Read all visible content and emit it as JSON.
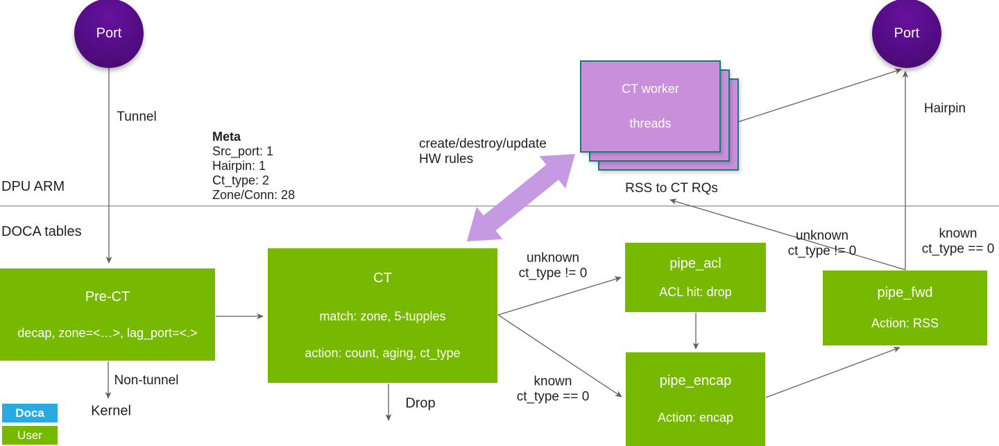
{
  "regions": {
    "dpu_arm": "DPU ARM",
    "doca_tables": "DOCA tables"
  },
  "ports": {
    "left": "Port",
    "right": "Port"
  },
  "meta": {
    "title": "Meta",
    "lines": [
      "Src_port: 1",
      "Hairpin: 1",
      "Ct_type: 2",
      "Zone/Conn: 28"
    ]
  },
  "nodes": {
    "pre_ct": {
      "title": "Pre-CT",
      "body": "decap, zone=<…>, lag_port=<.>"
    },
    "ct": {
      "title": "CT",
      "match": "match: zone, 5-tupples",
      "action": "action: count, aging, ct_type"
    },
    "pipe_acl": {
      "title": "pipe_acl",
      "body": "ACL hit: drop"
    },
    "pipe_encap": {
      "title": "pipe_encap",
      "body": "Action: encap"
    },
    "pipe_fwd": {
      "title": "pipe_fwd",
      "body": "Action: RSS"
    },
    "ct_worker": {
      "line1": "CT worker",
      "line2": "threads"
    }
  },
  "edge_labels": {
    "tunnel": "Tunnel",
    "non_tunnel": "Non-tunnel",
    "kernel": "Kernel",
    "drop": "Drop",
    "hairpin": "Hairpin",
    "hw_rules_line1": "create/destroy/update",
    "hw_rules_line2": "HW rules",
    "rss_to_ct_rqs": "RSS to CT RQs",
    "unknown_left_line1": "unknown",
    "unknown_left_line2": "ct_type != 0",
    "known_left_line1": "known",
    "known_left_line2": "ct_type == 0",
    "unknown_right_line1": "unknown",
    "unknown_right_line2": "ct_type != 0",
    "known_right_line1": "known",
    "known_right_line2": "ct_type == 0"
  },
  "legend": {
    "items": [
      {
        "label": "Doca",
        "color": "#29abe2"
      },
      {
        "label": "User",
        "color": "#76b900"
      }
    ]
  },
  "colors": {
    "node_green": "#76b900",
    "port_purple": "#530c83",
    "worker_fill": "#c98fdb",
    "worker_border": "#0e8174",
    "thick_arrow_purple": "#c59ae3",
    "connector_gray": "#5f5f5f",
    "legend_doca": "#29abe2",
    "legend_user": "#76b900"
  }
}
